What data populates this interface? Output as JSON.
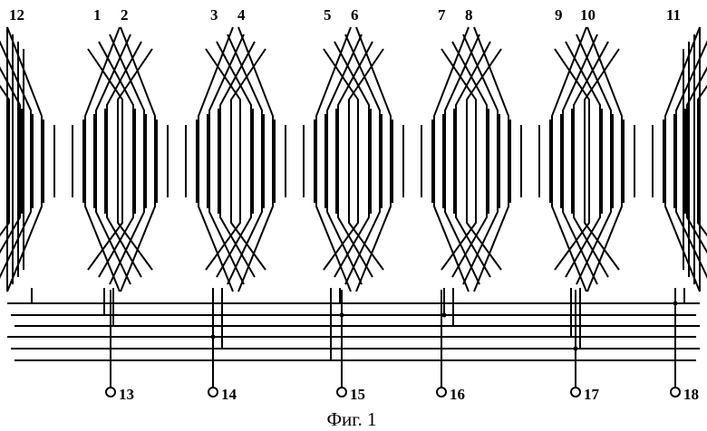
{
  "figure": {
    "caption": "Фиг. 1",
    "coil_labels": [
      "12",
      "1",
      "2",
      "3",
      "4",
      "5",
      "6",
      "7",
      "8",
      "9",
      "10",
      "11"
    ],
    "terminal_labels": [
      "13",
      "14",
      "15",
      "16",
      "17",
      "18"
    ]
  }
}
